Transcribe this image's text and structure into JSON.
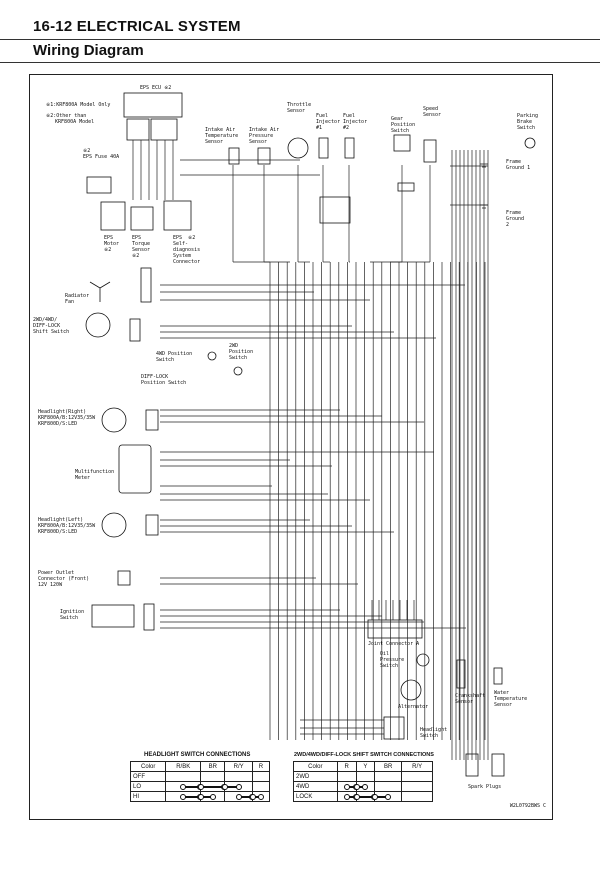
{
  "header": {
    "title": "16-12 ELECTRICAL SYSTEM",
    "subtitle": "Wiring Diagram"
  },
  "notes": {
    "m1": "※1:KRF800A Model Only",
    "m2": "※2:Other than\n   KRF800A Model"
  },
  "labels": {
    "eps_ecu": "EPS ECU ※2",
    "eps_fuse": "※2\nEPS Fuse 40A",
    "eps_motor": "EPS\nMotor\n※2",
    "eps_torque": "EPS\nTorque\nSensor\n※2",
    "eps_diag": "EPS  ※2\nSelf-\ndiagnosis\nSystem\nConnector",
    "intake_temp": "Intake Air\nTemperature\nSensor",
    "intake_press": "Intake Air\nPressure\nSensor",
    "throttle": "Throttle\nSensor",
    "inj1": "Fuel\nInjector\n#1",
    "inj2": "Fuel\nInjector\n#2",
    "gear": "Gear\nPosition\nSwitch",
    "speed": "Speed\nSensor",
    "parking": "Parking\nBrake\nSwitch",
    "frame1": "Frame\nGround 1",
    "frame2": "Frame\nGround\n2",
    "radiator": "Radiator\nFan",
    "shift_switch": "2WD/4WD/\nDIFF-LOCK\nShift Switch",
    "pos_4wd": "4WD Position\nSwitch",
    "pos_2wd": "2WD\nPosition\nSwitch",
    "pos_diff": "DIFF-LOCK\nPosition Switch",
    "hl_right": "Headlight(Right)\nKRF800A/B:12V35/35W\nKRF800D/S:LED",
    "meter": "Multifunction\nMeter",
    "hl_left": "Headlight(Left)\nKRF800A/B:12V35/35W\nKRF800D/S:LED",
    "power_outlet": "Power Outlet\nConnector (Front)\n12V 120W",
    "ignition": "Ignition\nSwitch",
    "joint_a": "Joint Connector A",
    "oil": "Oil\nPressure\nSwitch",
    "alternator": "Alternator",
    "crank": "Crankshaft\nSensor",
    "water": "Water\nTemperature\nSensor",
    "hl_switch": "Headlight\nSwitch",
    "plugs": "Spark Plugs"
  },
  "headlight_table": {
    "title": "HEADLIGHT SWITCH CONNECTIONS",
    "columns": [
      "Color",
      "R/BK",
      "BR",
      "R/Y",
      "R"
    ],
    "rows": [
      {
        "label": "OFF",
        "spans": []
      },
      {
        "label": "LO",
        "spans": [
          [
            1,
            3
          ]
        ]
      },
      {
        "label": "HI",
        "spans": [
          [
            1,
            2
          ],
          [
            3,
            4
          ]
        ]
      }
    ]
  },
  "shift_table": {
    "title": "2WD/4WD/DIFF-LOCK SHIFT SWITCH CONNECTIONS",
    "columns": [
      "Color",
      "R",
      "Y",
      "BR",
      "R/Y"
    ],
    "rows": [
      {
        "label": "2WD",
        "spans": []
      },
      {
        "label": "4WD",
        "spans": [
          [
            1,
            2
          ]
        ]
      },
      {
        "label": "LOCK",
        "spans": [
          [
            1,
            3
          ]
        ]
      }
    ]
  },
  "figure_code": "W2L0792BWS C"
}
